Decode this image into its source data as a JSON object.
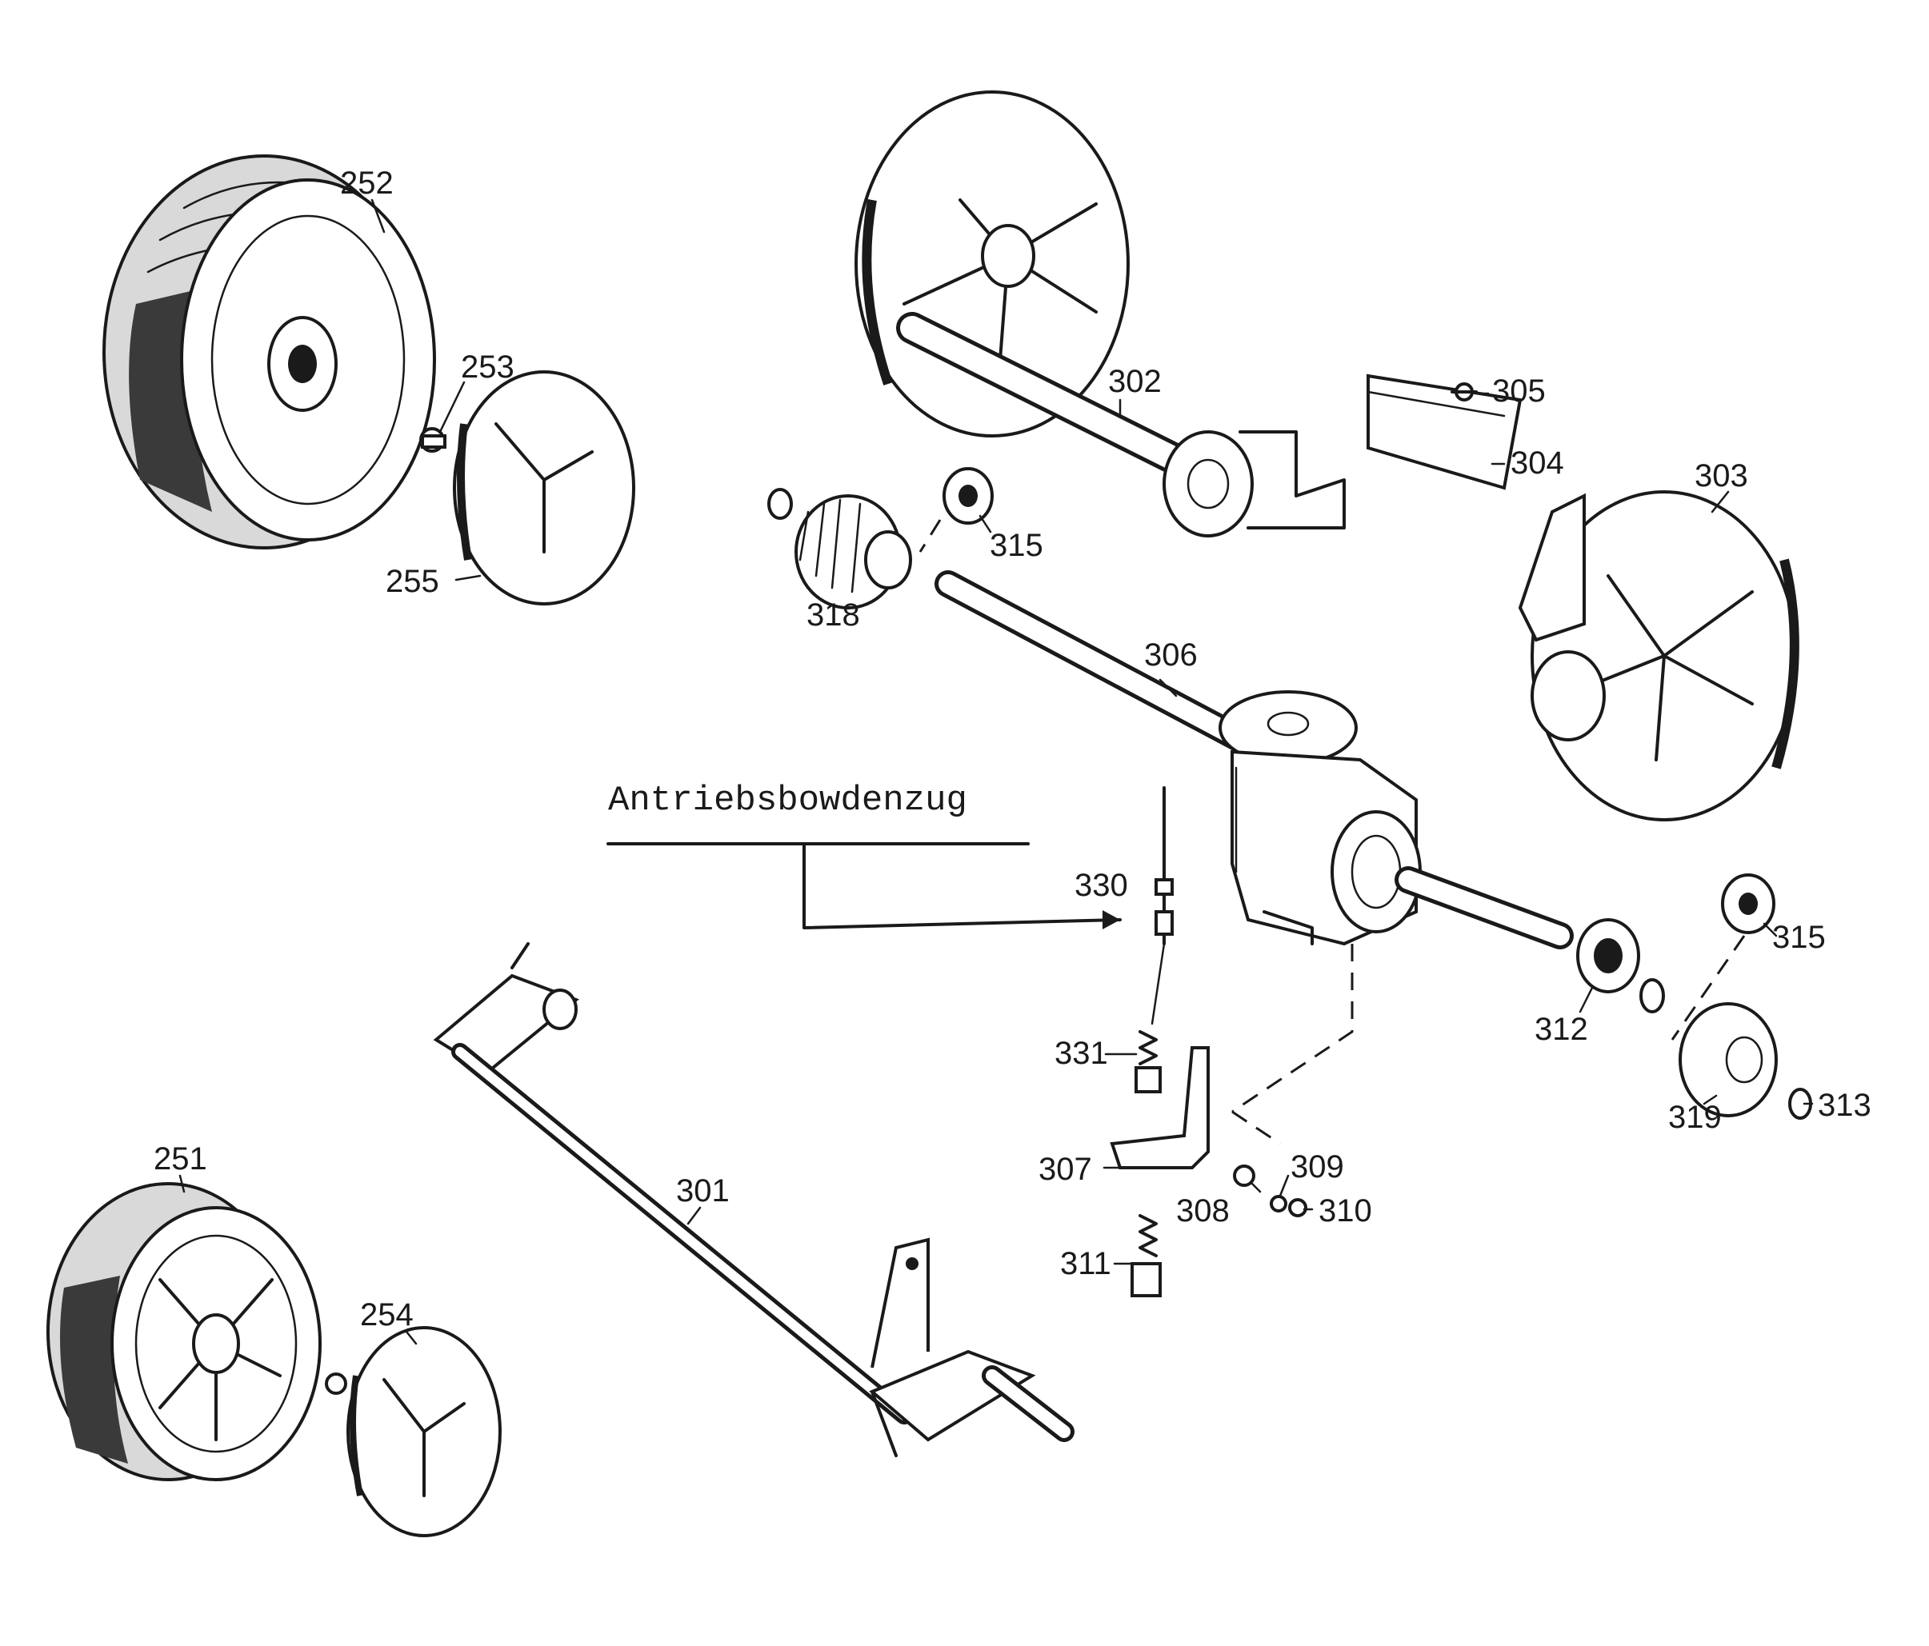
{
  "cable_label": "Antriebsbowdenzug",
  "parts": {
    "p252": "252",
    "p253": "253",
    "p255": "255",
    "p251": "251",
    "p254": "254",
    "p302": "302",
    "p305": "305",
    "p304": "304",
    "p303": "303",
    "p315a": "315",
    "p318": "318",
    "p306": "306",
    "p330": "330",
    "p331": "331",
    "p307": "307",
    "p308": "308",
    "p309": "309",
    "p310": "310",
    "p311": "311",
    "p312": "312",
    "p315b": "315",
    "p319": "319",
    "p313": "313",
    "p301": "301"
  }
}
